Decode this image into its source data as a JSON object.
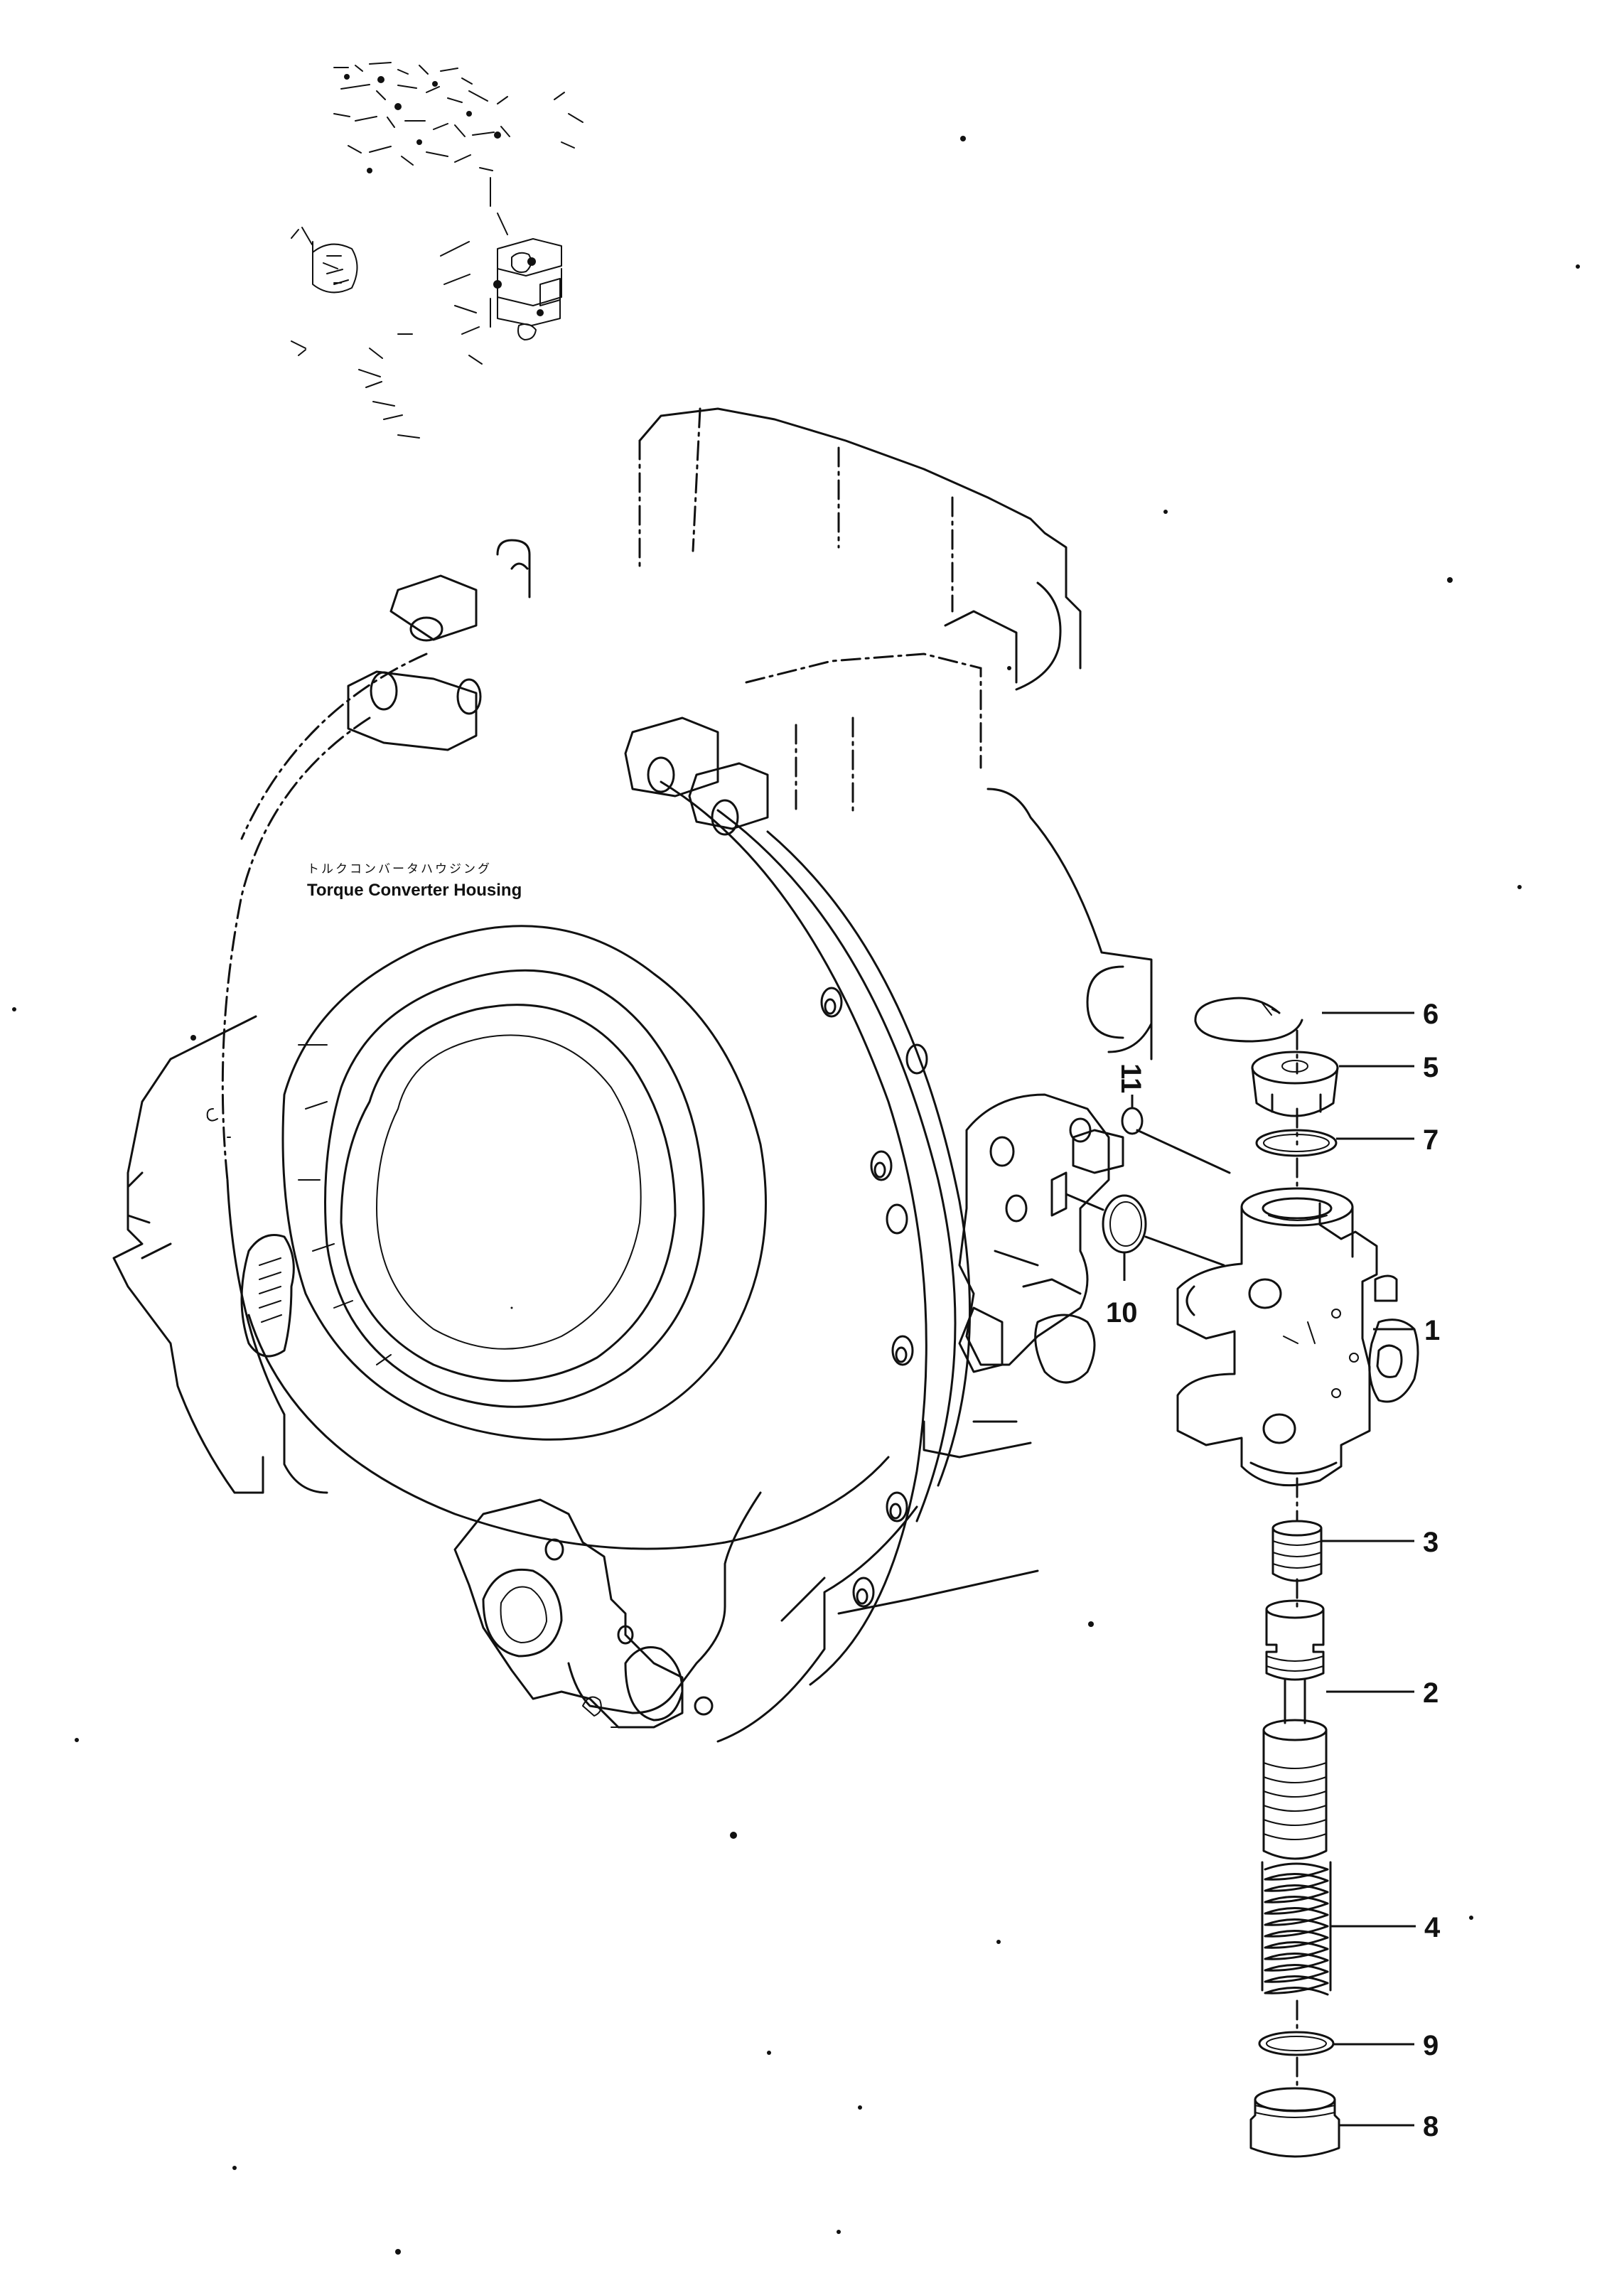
{
  "housing_label": {
    "japanese": "トルクコンバータハウジング",
    "english": "Torque Converter Housing"
  },
  "callouts": [
    {
      "id": "6",
      "label": "6"
    },
    {
      "id": "5",
      "label": "5"
    },
    {
      "id": "7",
      "label": "7"
    },
    {
      "id": "11",
      "label": "11"
    },
    {
      "id": "10",
      "label": "10"
    },
    {
      "id": "1",
      "label": "1"
    },
    {
      "id": "3",
      "label": "3"
    },
    {
      "id": "2",
      "label": "2"
    },
    {
      "id": "4",
      "label": "4"
    },
    {
      "id": "9",
      "label": "9"
    },
    {
      "id": "8",
      "label": "8"
    }
  ]
}
